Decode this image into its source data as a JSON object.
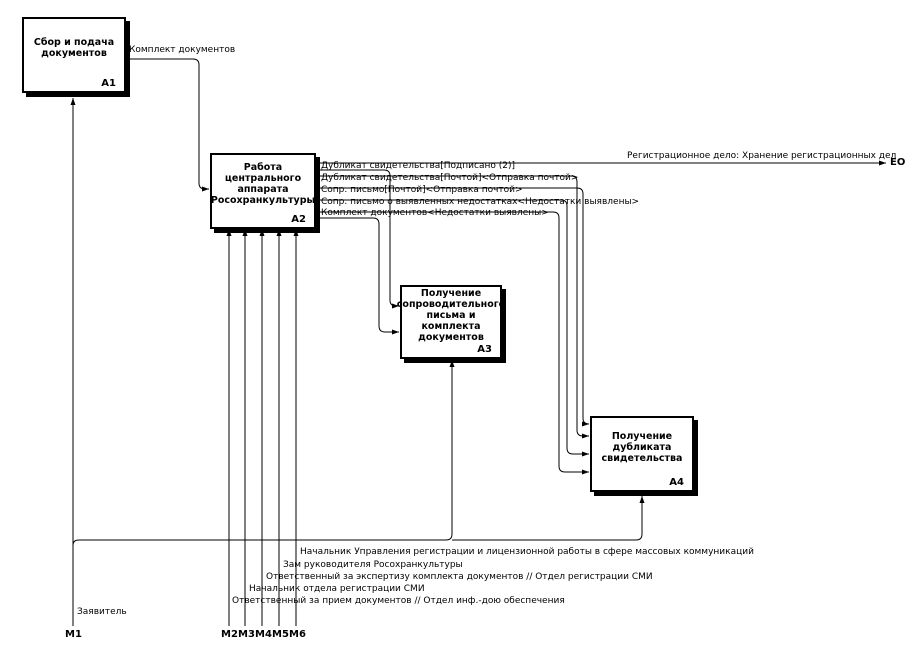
{
  "boxes": [
    {
      "title": "Сбор и подача\nдокументов",
      "id": "A1"
    },
    {
      "title": "Работа\nцентрального\nаппарата\nРосохранкультуры",
      "id": "A2"
    },
    {
      "title": "Получение\nсопроводительного\nписьма и\nкомплекта\nдокументов",
      "id": "A3"
    },
    {
      "title": "Получение\nдубликата\nсвидетельства",
      "id": "A4"
    }
  ],
  "arrows": {
    "a1_output": "Комплект документов",
    "reg_output": "Регистрационное дело: Хранение регистрационных дел",
    "out1": "Дубликат свидетельства[Подписано (2)]",
    "out2": "Дубликат свидетельства[Почтой]<Отправка почтой>",
    "out3": "Сопр. письмо[Почтой]<Отправка почтой>",
    "out4": "Сопр. письмо о выявленных недостатках<Недостатки выявлены>",
    "out5": "Комплект документов<Недостатки выявлены>"
  },
  "mechanisms": [
    {
      "code": "M1",
      "label": "Заявитель"
    },
    {
      "code": "M2",
      "label": "Ответственный за прием документов // Отдел инф.-дою обеспечения"
    },
    {
      "code": "M3",
      "label": "Начальник отдела регистрации СМИ"
    },
    {
      "code": "M4",
      "label": "Ответственный за экспертизу комплекта документов // Отдел регистрации СМИ"
    },
    {
      "code": "M5",
      "label": "Зам руководителя Росохранкультуры"
    },
    {
      "code": "M6",
      "label": "Начальник Управления регистрации и лицензионной работы в сфере массовых коммуникаций"
    }
  ],
  "external_output": "ЕО"
}
